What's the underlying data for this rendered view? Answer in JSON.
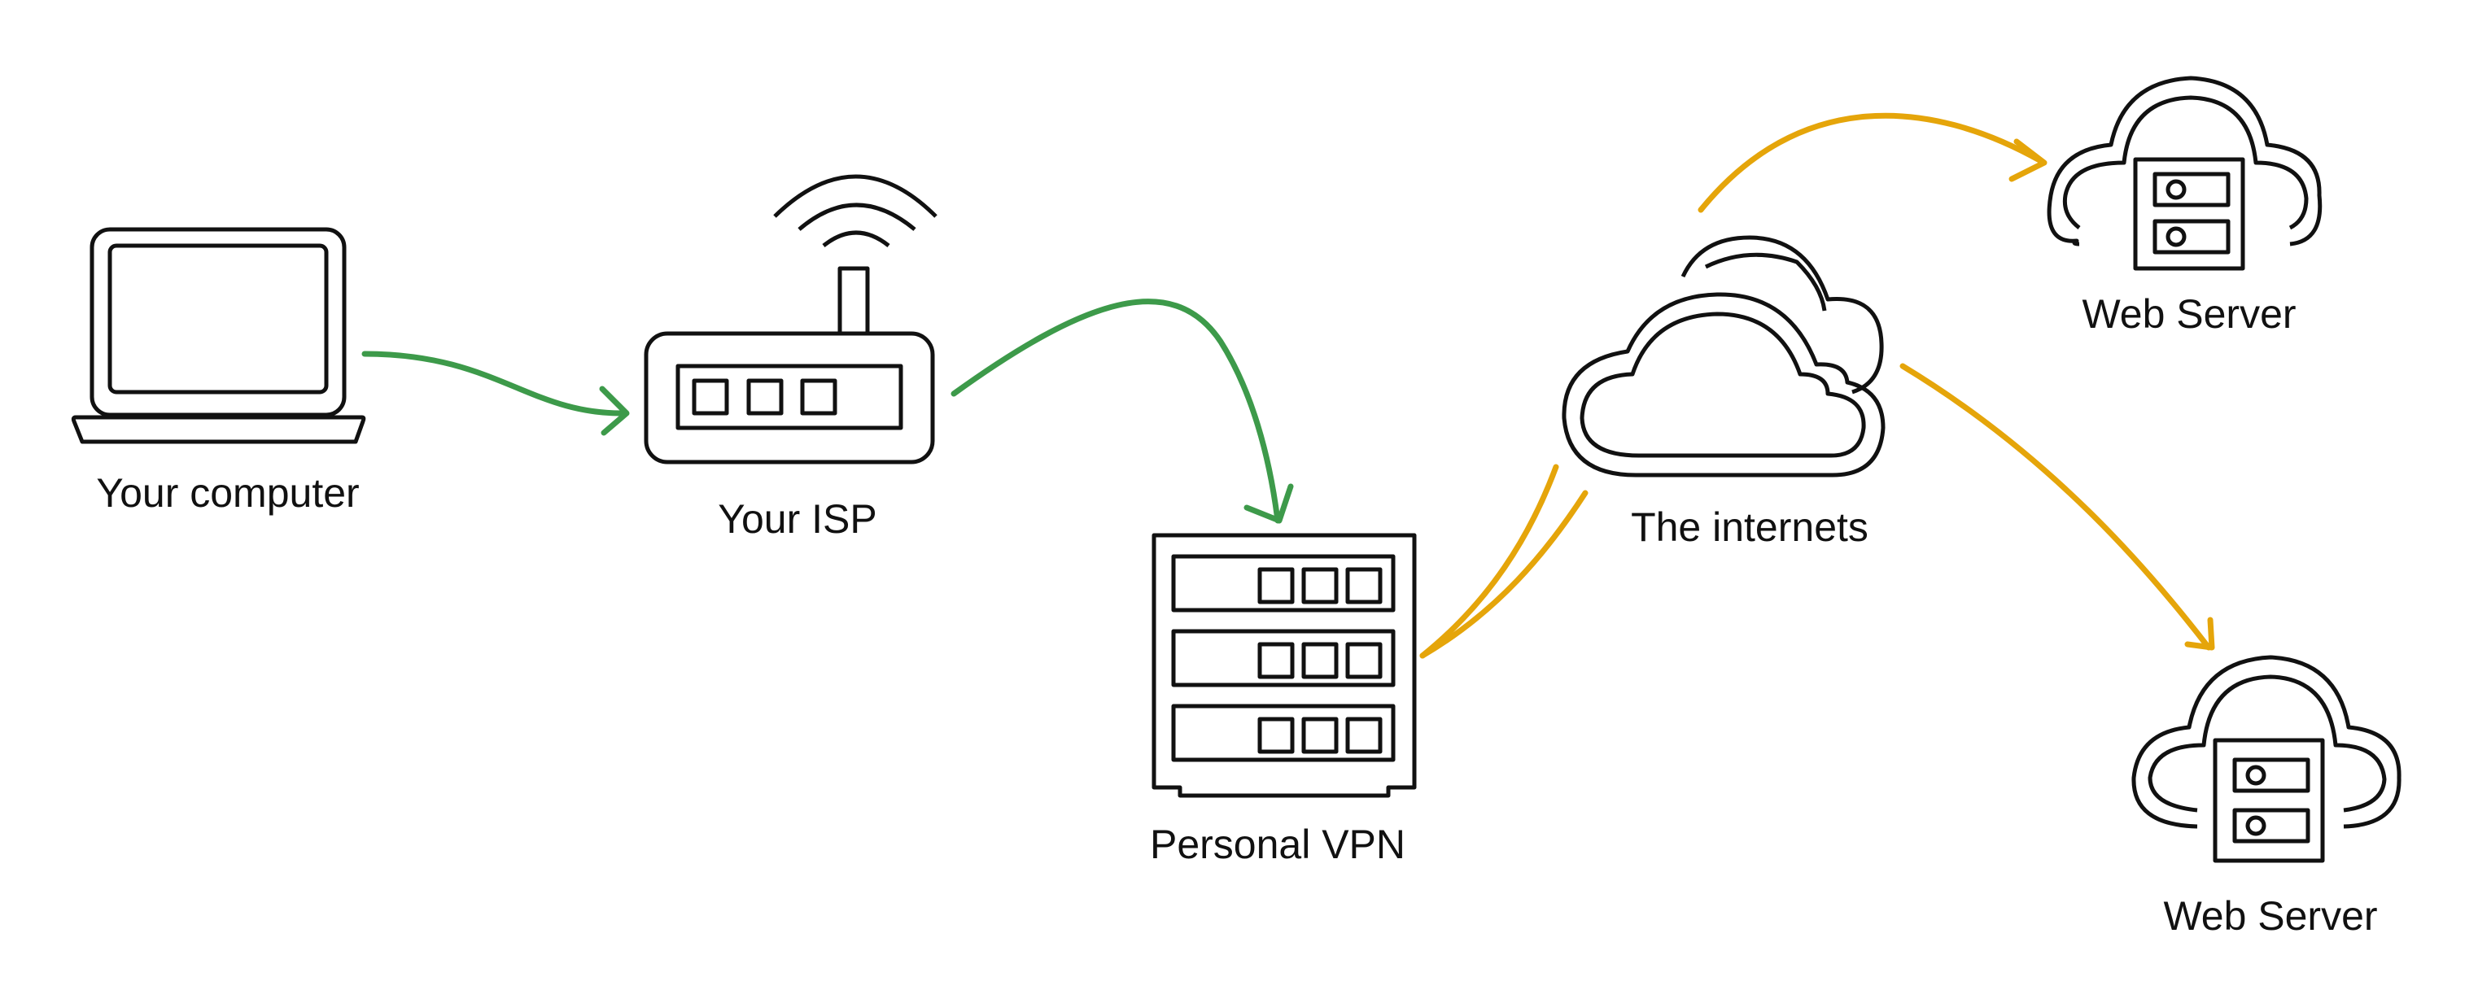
{
  "nodes": {
    "computer": {
      "label": "Your computer",
      "icon": "laptop-icon"
    },
    "isp": {
      "label": "Your ISP",
      "icon": "router-icon"
    },
    "vpn": {
      "label": "Personal VPN",
      "icon": "server-rack-icon"
    },
    "internet": {
      "label": "The internets",
      "icon": "cloud-icon"
    },
    "web1": {
      "label": "Web Server",
      "icon": "cloud-server-icon"
    },
    "web2": {
      "label": "Web Server",
      "icon": "cloud-server-icon"
    }
  },
  "colors": {
    "stroke": "#111111",
    "private_path": "#3d9a4a",
    "public_path": "#e5a50a"
  },
  "edges": [
    {
      "from": "computer",
      "to": "isp",
      "color": "private_path"
    },
    {
      "from": "isp",
      "to": "vpn",
      "color": "private_path"
    },
    {
      "from": "vpn",
      "to": "internet",
      "color": "public_path"
    },
    {
      "from": "internet",
      "to": "web1",
      "color": "public_path"
    },
    {
      "from": "internet",
      "to": "web2",
      "color": "public_path"
    }
  ]
}
